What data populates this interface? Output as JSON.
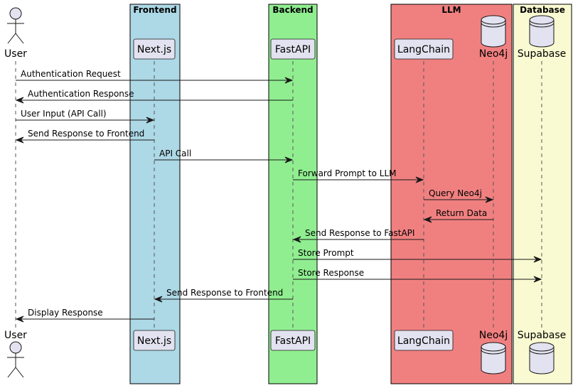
{
  "groups": [
    {
      "id": "frontend",
      "title": "Frontend",
      "color": "#add8e6"
    },
    {
      "id": "backend",
      "title": "Backend",
      "color": "#90ee90"
    },
    {
      "id": "llm",
      "title": "LLM",
      "color": "#f08080"
    },
    {
      "id": "database",
      "title": "Database",
      "color": "#fafad2"
    }
  ],
  "participants": [
    {
      "id": "user",
      "label": "User",
      "kind": "actor-icon"
    },
    {
      "id": "nextjs",
      "label": "Next.js",
      "kind": "box"
    },
    {
      "id": "fastapi",
      "label": "FastAPI",
      "kind": "box"
    },
    {
      "id": "langchain",
      "label": "LangChain",
      "kind": "box"
    },
    {
      "id": "neo4j",
      "label": "Neo4j",
      "kind": "database-icon"
    },
    {
      "id": "supabase",
      "label": "Supabase",
      "kind": "database-icon"
    }
  ],
  "messages": [
    {
      "from": "user",
      "to": "fastapi",
      "label": "Authentication Request"
    },
    {
      "from": "fastapi",
      "to": "user",
      "label": "Authentication Response"
    },
    {
      "from": "user",
      "to": "nextjs",
      "label": "User Input (API Call)"
    },
    {
      "from": "nextjs",
      "to": "user",
      "label": "Send Response to Frontend"
    },
    {
      "from": "nextjs",
      "to": "fastapi",
      "label": "API Call"
    },
    {
      "from": "fastapi",
      "to": "langchain",
      "label": "Forward Prompt to LLM"
    },
    {
      "from": "langchain",
      "to": "neo4j",
      "label": "Query Neo4j"
    },
    {
      "from": "neo4j",
      "to": "langchain",
      "label": "Return Data"
    },
    {
      "from": "langchain",
      "to": "fastapi",
      "label": "Send Response to FastAPI"
    },
    {
      "from": "fastapi",
      "to": "supabase",
      "label": "Store Prompt"
    },
    {
      "from": "fastapi",
      "to": "supabase",
      "label": "Store Response"
    },
    {
      "from": "fastapi",
      "to": "nextjs",
      "label": "Send Response to Frontend"
    },
    {
      "from": "nextjs",
      "to": "user",
      "label": "Display Response"
    }
  ],
  "colors": {
    "participant_fill": "#e2e2f0",
    "line": "#181818"
  }
}
